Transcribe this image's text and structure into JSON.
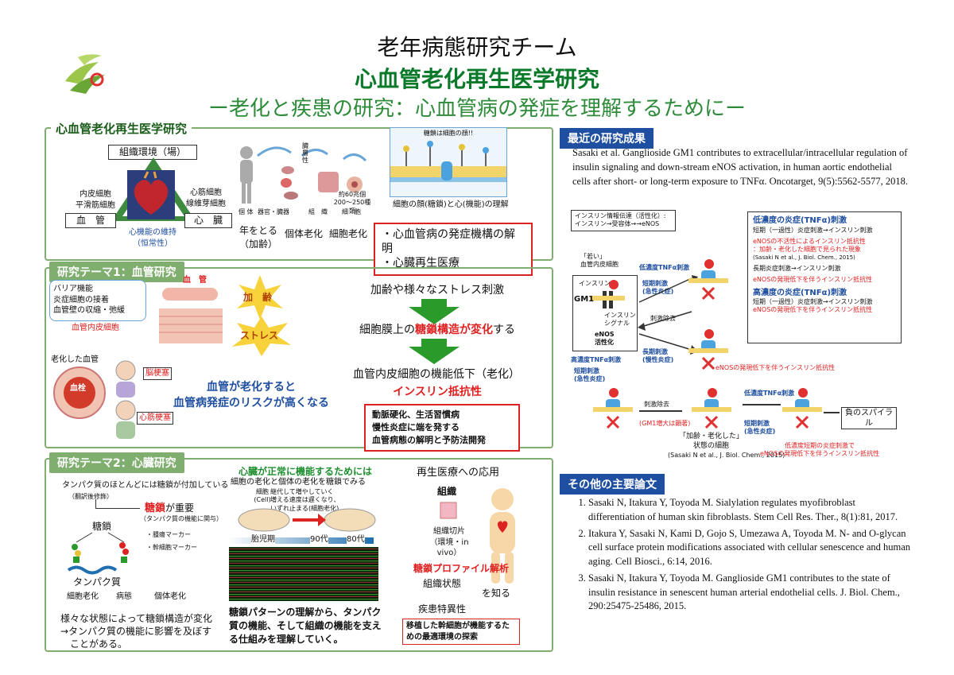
{
  "header": {
    "title": "老年病態研究チーム",
    "subtitle": "心血管老化再生医学研究",
    "tagline": "ー老化と疾患の研究：心血管病の発症を理解するためにー"
  },
  "left": {
    "panel_title": "心血管老化再生医学研究",
    "triangle": {
      "top": "組織環境（場）",
      "left_cells": "内皮細胞\n平滑筋細胞",
      "left_box": "血　管",
      "right_cells": "心筋細胞\n線維芽細胞",
      "right_box": "心　臓",
      "bottom": "心機能の維持\n（恒常性）"
    },
    "aging_labels": {
      "age": "年をとる\n（加齢）",
      "body": "個体老化",
      "cell": "細胞老化"
    },
    "organ_labels": {
      "body": "個 体",
      "organ": "器官・臓器",
      "tissue": "組　織",
      "cell": "細　胞",
      "count": "約60兆個\n200～250種類"
    },
    "sugar_chain_title": "糖鎖は細胞の顔!!",
    "face_caption": "細胞の顔(糖鎖)と心(機能)の理解",
    "goals": [
      "・心血管病の発症機構の解明",
      "・心臓再生医療"
    ],
    "theme1": {
      "tab": "研究テーマ1：血管研究",
      "vessel_label": "血　管",
      "vessel_functions": [
        "バリア機能",
        "炎症細胞の接着",
        "血管壁の収縮・弛緩"
      ],
      "endothelial": "血管内皮細胞",
      "aging": "加　齢",
      "stress": "ストレス",
      "aged_vessel": "老化した血管",
      "plaque": "血栓",
      "stroke": "脳梗塞",
      "mi": "心筋梗塞",
      "risk": "血管が老化すると\n血管病発症のリスクが高くなる",
      "flow1": "加齢や様々なストレス刺激",
      "flow2_a": "細胞膜上の",
      "flow2_b": "糖鎖構造が変化",
      "flow2_c": "する",
      "flow3": "血管内皮細胞の機能低下（老化）",
      "flow4": "インスリン抵抗性",
      "box": [
        "動脈硬化、生活習慣病",
        "慢性炎症に端を発する",
        "血管病態の解明と予防法開発"
      ]
    },
    "theme2": {
      "tab": "研究テーマ2：心臓研究",
      "glyco_text": "タンパク質のほとんどには糖鎖が付加している",
      "ptm": "（翻訳後修飾）",
      "glyco_important_a": "糖鎖",
      "glyco_important_b": "が重要",
      "glyco_role": "（タンパク質の機能に関与）",
      "markers": [
        "・腫瘍マーカー",
        "・幹細胞マーカー"
      ],
      "sugar": "糖鎖",
      "protein": "タンパク質",
      "states": [
        "細胞老化",
        "病態",
        "個体老化"
      ],
      "summary": "様々な状態によって糖鎖構造が変化\n→タンパク質の機能に影響を及ぼす\n　ことがある。",
      "heart_q": "心臓が正常に機能するためには",
      "heart_q2": "細胞の老化と個体の老化を糖鎖でみる",
      "cell_label": "細胞\n(Cell)",
      "cell_desc": "継代して増やしていく\n増える速度は遅くなり、\nいずれ止まる(細胞老化)",
      "ages": [
        "胎児期",
        "90代",
        "80代"
      ],
      "pattern": "糖鎖パターンの理解から、タンパク質の機能、そして組織の機能を支える仕組みを理解していく。",
      "regen_title": "再生医療への応用",
      "tissue": "組織",
      "slice": "組織切片\n（環境・in vivo）",
      "profile": "糖鎖プロファイル解析",
      "tissue_state": "組織状態",
      "know": "を知る",
      "disease": "疾患特異性",
      "regen_box": "移植した幹細胞が機能するための最適環境の探索"
    }
  },
  "right": {
    "recent_head": "最近の研究成果",
    "recent_text": "Sasaki et al. Ganglioside GM1 contributes to extracellular/intracellular regulation of insulin signaling and down-stream eNOS activation, in human aortic endothelial cells after short- or long-term exposure to TNFα. Oncotarget, 9(5):5562-5577, 2018.",
    "diagram": {
      "signal_box": "インスリン情報伝達（活性化）:\nインスリン→受容体→→eNOS",
      "young": "「若い」\n血管内皮細胞",
      "low_tnf": "低濃度TNFα刺激",
      "short_term": "短期刺激\n(急性炎症)",
      "long_term": "長期刺激\n(慢性炎症)",
      "high_tnf": "高濃度TNFα刺激",
      "remove": "刺激除去",
      "gm1_up": "(GM1増大は顕著)",
      "insulin": "インスリン",
      "signal": "インスリン\nシグナル",
      "enos": "eNOS\n活性化",
      "gm1": "GM1",
      "aged_state": "「加齢・老化した」\n状態の細胞",
      "ref": "(Sasaki N et al., J. Biol. Chem., 2015)",
      "neg_spiral": "負のスパイラル",
      "enos_resist": "eNOSの発現低下を伴うインスリン抵抗性",
      "low_short": "低濃度短期の炎症刺激で\neNOSの発現低下を伴うインスリン抵抗性",
      "legend": {
        "low_title": "低濃度の炎症(TNFα)刺激",
        "low1": "短期（一過性）炎症刺激→インスリン刺激",
        "low2": "eNOSの不活性によるインスリン抵抗性\n：加齢・老化した細胞で見られた現象",
        "low2_ref": "(Sasaki N et al., J. Biol. Chem., 2015)",
        "low3": "長期炎症刺激→インスリン刺激",
        "low4": "eNOSの発現低下を伴うインスリン抵抗性",
        "high_title": "高濃度の炎症(TNFα)刺激",
        "high1": "短期（一過性）炎症刺激→インスリン刺激",
        "high2": "eNOSの発現低下を伴うインスリン抵抗性"
      }
    },
    "other_head": "その他の主要論文",
    "papers": [
      "Sasaki N, Itakura Y, Toyoda M. Sialylation regulates myofibroblast differentiation of human skin fibroblasts. Stem Cell Res. Ther., 8(1):81, 2017.",
      "Itakura Y, Sasaki N, Kami D, Gojo S, Umezawa A, Toyoda M. N- and O-glycan cell surface protein modifications associated with cellular senescence and human aging. Cell Biosci., 6:14, 2016.",
      "Sasaki N, Itakura Y, Toyoda M. Ganglioside GM1 contributes to the state of insulin resistance in senescent human arterial endothelial cells. J. Biol. Chem., 290:25475-25486, 2015."
    ]
  },
  "colors": {
    "green": "#0a7a2a",
    "panel": "#7fae6f",
    "blue": "#1f4fa0",
    "red": "#e02020"
  }
}
